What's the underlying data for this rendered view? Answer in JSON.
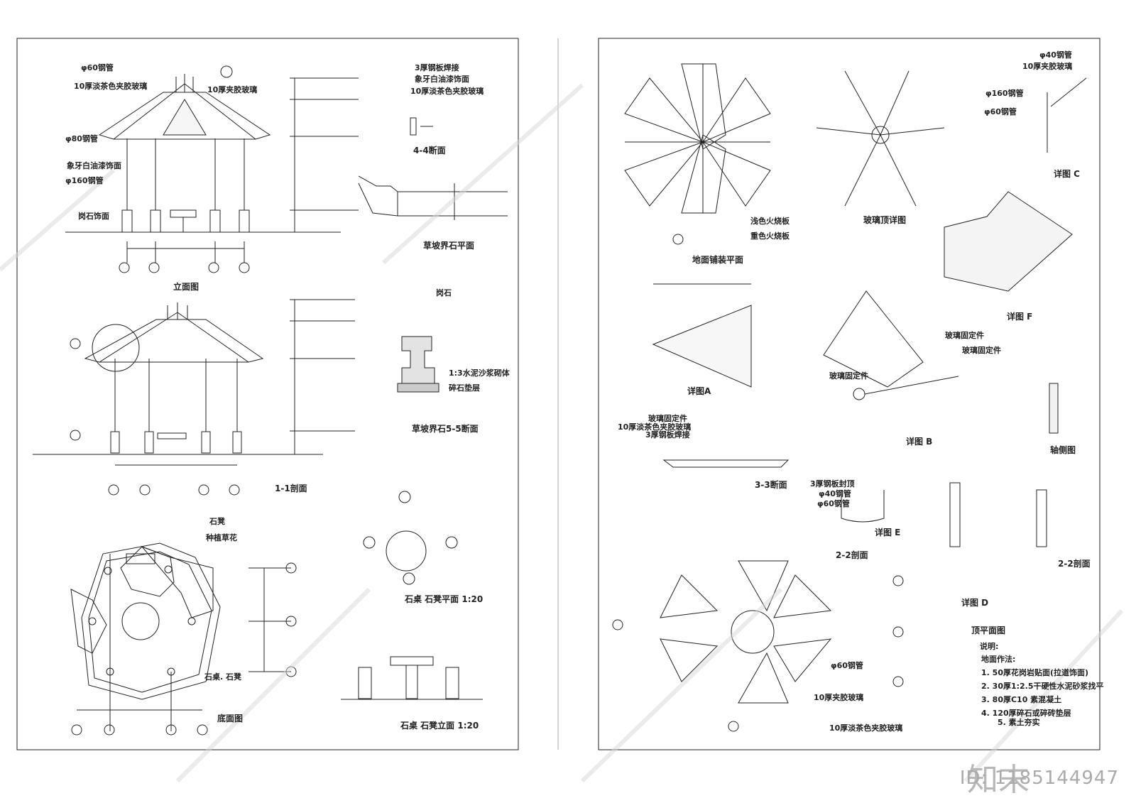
{
  "colors": {
    "line": "#222222",
    "watermark": "#bdbdbd",
    "fill": "#cccccc"
  },
  "labels": [
    {
      "id": "l1",
      "text": "φ60钢管",
      "style": "t"
    },
    {
      "id": "l2",
      "text": "10厚淡茶色夹胶玻璃",
      "style": "t"
    },
    {
      "id": "l3",
      "text": "10厚夹胶玻璃",
      "style": "t"
    },
    {
      "id": "l4",
      "text": "φ80钢管",
      "style": "t"
    },
    {
      "id": "l5",
      "text": "象牙白油漆饰面",
      "style": "t"
    },
    {
      "id": "l6",
      "text": "φ160钢管",
      "style": "t"
    },
    {
      "id": "l7",
      "text": "岗石饰面",
      "style": "t"
    },
    {
      "id": "l8",
      "text": "立面图",
      "style": "h"
    },
    {
      "id": "l9",
      "text": "1-1剖面",
      "style": "h"
    },
    {
      "id": "l10",
      "text": "石凳",
      "style": "t"
    },
    {
      "id": "l11",
      "text": "种植草花",
      "style": "t"
    },
    {
      "id": "l12",
      "text": "石桌. 石凳",
      "style": "t"
    },
    {
      "id": "l13",
      "text": "底面图",
      "style": "h"
    },
    {
      "id": "l14",
      "text": "石桌 石凳平面 1:20",
      "style": "h"
    },
    {
      "id": "l15",
      "text": "石桌 石凳立面 1:20",
      "style": "h"
    },
    {
      "id": "l16",
      "text": "3厚钢板焊接",
      "style": "t"
    },
    {
      "id": "l17",
      "text": "象牙白油漆饰面",
      "style": "t"
    },
    {
      "id": "l18",
      "text": "10厚淡茶色夹胶玻璃",
      "style": "t"
    },
    {
      "id": "l19",
      "text": "4-4断面",
      "style": "h"
    },
    {
      "id": "l20",
      "text": "草坡界石平面",
      "style": "h"
    },
    {
      "id": "l21",
      "text": "岗石",
      "style": "t"
    },
    {
      "id": "l22",
      "text": "1:3水泥沙浆砌体",
      "style": "t"
    },
    {
      "id": "l23",
      "text": "碎石垫层",
      "style": "t"
    },
    {
      "id": "l24",
      "text": "草坡界石5-5断面",
      "style": "h"
    },
    {
      "id": "l25",
      "text": "浅色火烧板",
      "style": "t"
    },
    {
      "id": "l26",
      "text": "重色火烧板",
      "style": "t"
    },
    {
      "id": "l27",
      "text": "地面铺装平面",
      "style": "h"
    },
    {
      "id": "l28",
      "text": "玻璃顶详图",
      "style": "h"
    },
    {
      "id": "l29",
      "text": "φ40钢管",
      "style": "t"
    },
    {
      "id": "l30",
      "text": "10厚夹胶玻璃",
      "style": "t"
    },
    {
      "id": "l31",
      "text": "φ160钢管",
      "style": "t"
    },
    {
      "id": "l32",
      "text": "φ60钢管",
      "style": "t"
    },
    {
      "id": "l33",
      "text": "详图 C",
      "style": "h"
    },
    {
      "id": "l34",
      "text": "详图 F",
      "style": "h"
    },
    {
      "id": "l35",
      "text": "玻璃固定件",
      "style": "t"
    },
    {
      "id": "l36",
      "text": "玻璃固定件",
      "style": "t"
    },
    {
      "id": "l37",
      "text": "玻璃固定件",
      "style": "t"
    },
    {
      "id": "l38",
      "text": "详图 B",
      "style": "h"
    },
    {
      "id": "l39",
      "text": "轴侧图",
      "style": "h"
    },
    {
      "id": "l40",
      "text": "详图A",
      "style": "h"
    },
    {
      "id": "l41",
      "text": "玻璃固定件",
      "style": "t"
    },
    {
      "id": "l42",
      "text": "10厚淡茶色夹胶玻璃",
      "style": "t"
    },
    {
      "id": "l43",
      "text": "3厚钢板焊接",
      "style": "t"
    },
    {
      "id": "l44",
      "text": "3-3断面",
      "style": "h"
    },
    {
      "id": "l45",
      "text": "3厚钢板封顶",
      "style": "t"
    },
    {
      "id": "l46",
      "text": "φ40钢管",
      "style": "t"
    },
    {
      "id": "l47",
      "text": "φ60钢管",
      "style": "t"
    },
    {
      "id": "l48",
      "text": "详图 E",
      "style": "h"
    },
    {
      "id": "l49",
      "text": "2-2剖面",
      "style": "h"
    },
    {
      "id": "l50",
      "text": "2-2剖面",
      "style": "h"
    },
    {
      "id": "l51",
      "text": "详图 D",
      "style": "h"
    },
    {
      "id": "l52",
      "text": "φ60钢管",
      "style": "t"
    },
    {
      "id": "l53",
      "text": "10厚夹胶玻璃",
      "style": "t"
    },
    {
      "id": "l54",
      "text": "10厚淡茶色夹胶玻璃",
      "style": "t"
    },
    {
      "id": "l55",
      "text": "顶平面图",
      "style": "h"
    },
    {
      "id": "l56",
      "text": "说明:",
      "style": "n"
    },
    {
      "id": "l57",
      "text": "地面作法:",
      "style": "n"
    },
    {
      "id": "l58",
      "text": "1. 50厚花岗岩贴面(拉道饰面)",
      "style": "n"
    },
    {
      "id": "l59",
      "text": "2. 30厚1:2.5干硬性水泥砂浆找平",
      "style": "n"
    },
    {
      "id": "l60",
      "text": "3. 80厚C10 素混凝土",
      "style": "n"
    },
    {
      "id": "l61",
      "text": "4. 120厚碎石或碎砖垫层",
      "style": "n"
    },
    {
      "id": "l62",
      "text": "5. 素土夯实",
      "style": "n"
    },
    {
      "id": "l63",
      "text": "知末",
      "style": "logo"
    },
    {
      "id": "l64",
      "text": "ID: 1185144947",
      "style": "id"
    }
  ]
}
